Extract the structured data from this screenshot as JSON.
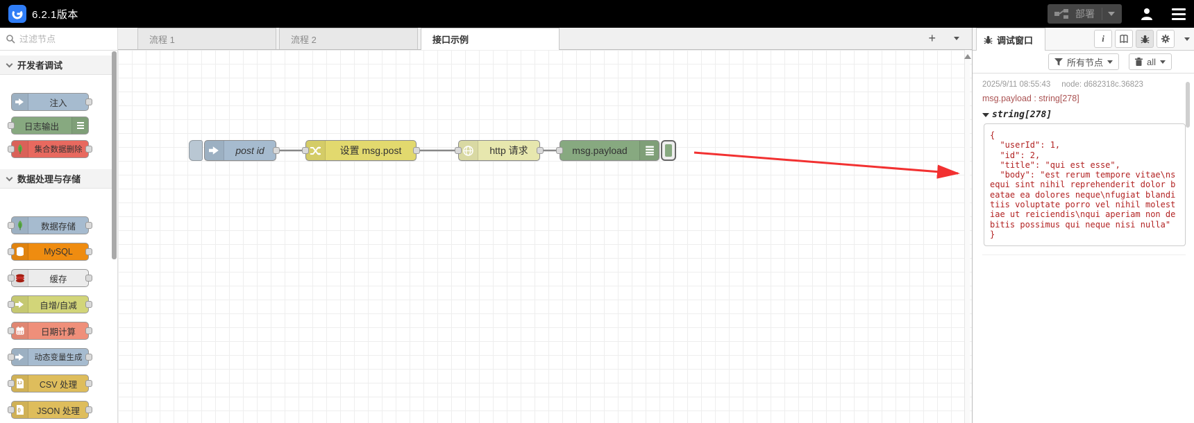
{
  "header": {
    "title": "6.2.1版本",
    "logo_icon": "app-logo-icon",
    "deploy": {
      "label": "部署",
      "icon": "deploy-wire-icon",
      "state": "disabled"
    },
    "user_icon": "user-icon",
    "menu_icon": "hamburger-menu-icon"
  },
  "palette": {
    "search": {
      "placeholder": "过滤节点",
      "icon": "search-icon"
    },
    "categories": [
      {
        "label": "开发者调试",
        "nodes": [
          {
            "label": "注入",
            "color": "#a6bbcf",
            "icon": "inject-arrow-icon",
            "ports": "out"
          },
          {
            "label": "日志输出",
            "color": "#87a980",
            "icon": "debug-list-icon",
            "ports": "in"
          },
          {
            "label": "集合数据删除",
            "color": "#e8695f",
            "icon": "mongodb-leaf-icon",
            "ports": "both"
          }
        ]
      },
      {
        "label": "数据处理与存储",
        "nodes": [
          {
            "label": "数据存储",
            "color": "#a6bbcf",
            "icon": "mongodb-leaf-icon",
            "ports": "both"
          },
          {
            "label": "MySQL",
            "color": "#ef8c10",
            "icon": "database-icon",
            "ports": "both"
          },
          {
            "label": "缓存",
            "color": "#ececec",
            "icon": "redis-icon",
            "ports": "both"
          },
          {
            "label": "自增/自减",
            "color": "#d2d579",
            "icon": "arrow-right-icon",
            "ports": "both"
          },
          {
            "label": "日期计算",
            "color": "#ef8f7a",
            "icon": "calendar-icon",
            "ports": "both"
          },
          {
            "label": "动态变量生成",
            "color": "#a6bbcf",
            "icon": "arrow-right-icon",
            "ports": "both"
          },
          {
            "label": "CSV 处理",
            "color": "#debd5c",
            "icon": "csv-file-icon",
            "ports": "both"
          },
          {
            "label": "JSON 处理",
            "color": "#debd5c",
            "icon": "json-file-icon",
            "ports": "both"
          }
        ]
      }
    ]
  },
  "workspace": {
    "tabs": [
      {
        "label": "流程 1",
        "active": false
      },
      {
        "label": "流程 2",
        "active": false
      },
      {
        "label": "接口示例",
        "active": true
      }
    ],
    "add_tab_label": "+",
    "flow_nodes": [
      {
        "label": "post id",
        "type": "inject",
        "color": "#a6bbcf",
        "icon": "inject-arrow-icon"
      },
      {
        "label": "设置 msg.post",
        "type": "change",
        "color": "#e2d96e",
        "icon": "shuffle-icon"
      },
      {
        "label": "http 请求",
        "type": "http-request",
        "color": "#e7e7ae",
        "icon": "globe-icon"
      },
      {
        "label": "msg.payload",
        "type": "debug",
        "color": "#87a980",
        "icon": "debug-list-icon"
      }
    ],
    "annotation_arrow_color": "#f23131"
  },
  "debug_panel": {
    "tab": {
      "label": "调试窗口",
      "icon": "bug-icon"
    },
    "header_icons": [
      "info-icon",
      "book-icon",
      "bug-icon",
      "gear-icon"
    ],
    "filter_button": {
      "label": "所有节点",
      "icon": "funnel-icon"
    },
    "clear_button": {
      "label": "all",
      "icon": "trash-icon"
    },
    "message": {
      "timestamp": "2025/9/11 08:55:43",
      "node_id": "node: d682318c.36823",
      "property": "msg.payload : string[278]",
      "type_label": "string[278]",
      "payload": "{\n  \"userId\": 1,\n  \"id\": 2,\n  \"title\": \"qui est esse\",\n  \"body\": \"est rerum tempore vitae\\ns\nequi sint nihil reprehenderit dolor b\neatae ea dolores neque\\nfugiat blandi\ntiis voluptate porro vel nihil molest\niae ut reiciendis\\nqui aperiam non de\nbitis possimus qui neque nisi nulla\"\n}",
      "colors": {
        "property_text": "#aa5252",
        "payload_text": "#b22222"
      }
    }
  }
}
